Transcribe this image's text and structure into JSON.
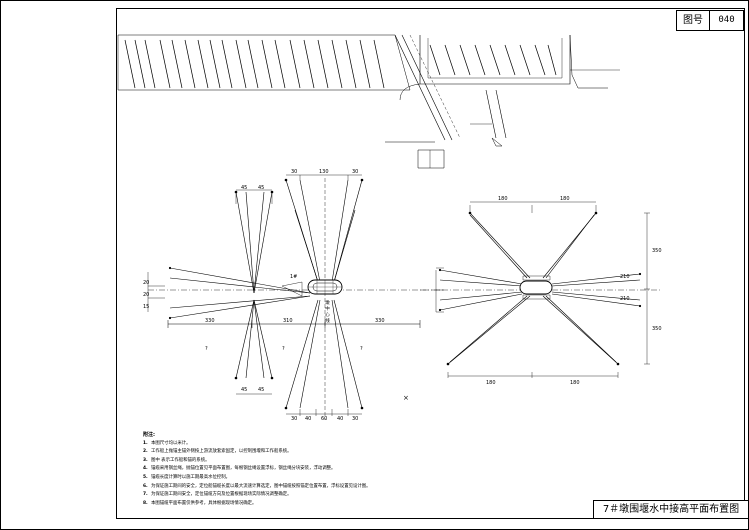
{
  "drawing_number": {
    "label": "图号",
    "value": "040"
  },
  "title": "7＃墩围堰水中接高平面布置图",
  "notes": {
    "heading": "附注:",
    "items": [
      "本图尺寸均以米计。",
      "工作船上抛锚主锚外侧按上游流放套索固定，以控制围堰和工作船系统。",
      "图中   表示工作船和锚的系统。",
      "锚缆采用钢丝绳，抛锚位置见平面布置图，每根钢丝绳设置浮标，钢丝绳分块安装，浮动调整。",
      "锚缆长度计算时以施工期最高水位控制。",
      "为保证施工期间的安全，定位船锚缆长度以最大流速计算选定，图中锚缆按照锚定位置布置，浮标设置见设计图。",
      "为保证施工期间安全，定位锚缆方向及位置根据现场实际情况调整确定。",
      "本图锚缆平面布置仅供参考，具体根据现场情况确定。"
    ]
  },
  "dimensions": {
    "upper_left_top": [
      "45",
      "45"
    ],
    "upper_left_bottom": [
      "45",
      "45"
    ],
    "upper_mid_top": [
      "30",
      "130",
      "30"
    ],
    "upper_mid_bottom": [
      "30",
      "40",
      "60",
      "40",
      "30"
    ],
    "baseline": [
      "330",
      "310",
      "330"
    ],
    "right_top": [
      "180",
      "180"
    ],
    "right_bottom": [
      "180",
      "180"
    ],
    "right_side": [
      "350",
      "350"
    ],
    "left_side": [
      "20",
      "20",
      "15"
    ],
    "right_labels": [
      "210",
      "210"
    ]
  },
  "labels": {
    "center_pier_vertical": "墩 中 心 线",
    "pier_tag": "1#",
    "anchor_small": [
      "?",
      "?",
      "?"
    ],
    "x_mark": "×"
  }
}
